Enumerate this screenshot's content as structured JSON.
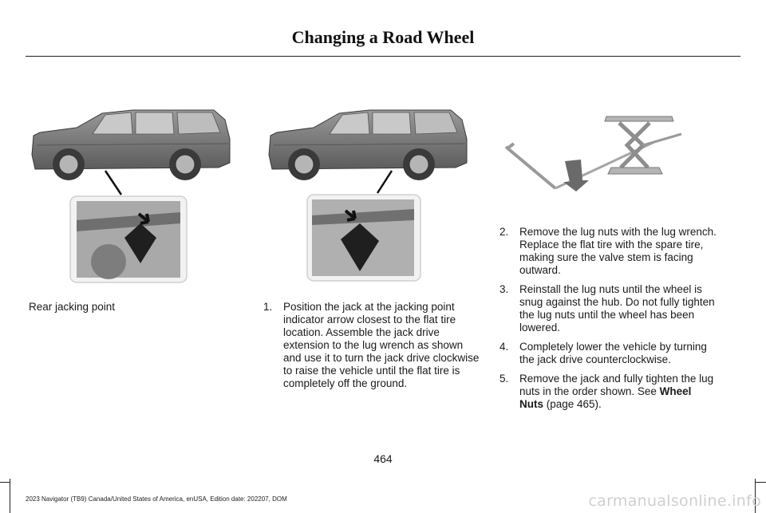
{
  "page": {
    "title": "Changing a Road Wheel",
    "page_number": "464",
    "footer": "2023 Navigator (TB9) Canada/United States of America, enUSA, Edition date: 202207, DOM",
    "watermark": "carmanualsonline.info"
  },
  "figure_1": {
    "caption": "Rear jacking point"
  },
  "steps_col2": [
    {
      "num": "1.",
      "text": "Position the jack at the jacking point indicator arrow closest to the flat tire location. Assemble the jack drive extension to the lug wrench as shown and use it to turn the jack drive clockwise to raise the vehicle until the flat tire is completely off the ground."
    }
  ],
  "steps_col3": [
    {
      "num": "2.",
      "text": "Remove the lug nuts with the lug wrench. Replace the flat tire with the spare tire, making sure the valve stem is facing outward."
    },
    {
      "num": "3.",
      "text": "Reinstall the lug nuts until the wheel is snug against the hub. Do not fully tighten the lug nuts until the wheel has been lowered."
    },
    {
      "num": "4.",
      "text": "Completely lower the vehicle by turning the jack drive counterclockwise."
    },
    {
      "num": "5.",
      "text_before": "Remove the jack and fully tighten the lug nuts in the order shown. See ",
      "link": "Wheel Nuts",
      "text_after": " (page 465)."
    }
  ]
}
